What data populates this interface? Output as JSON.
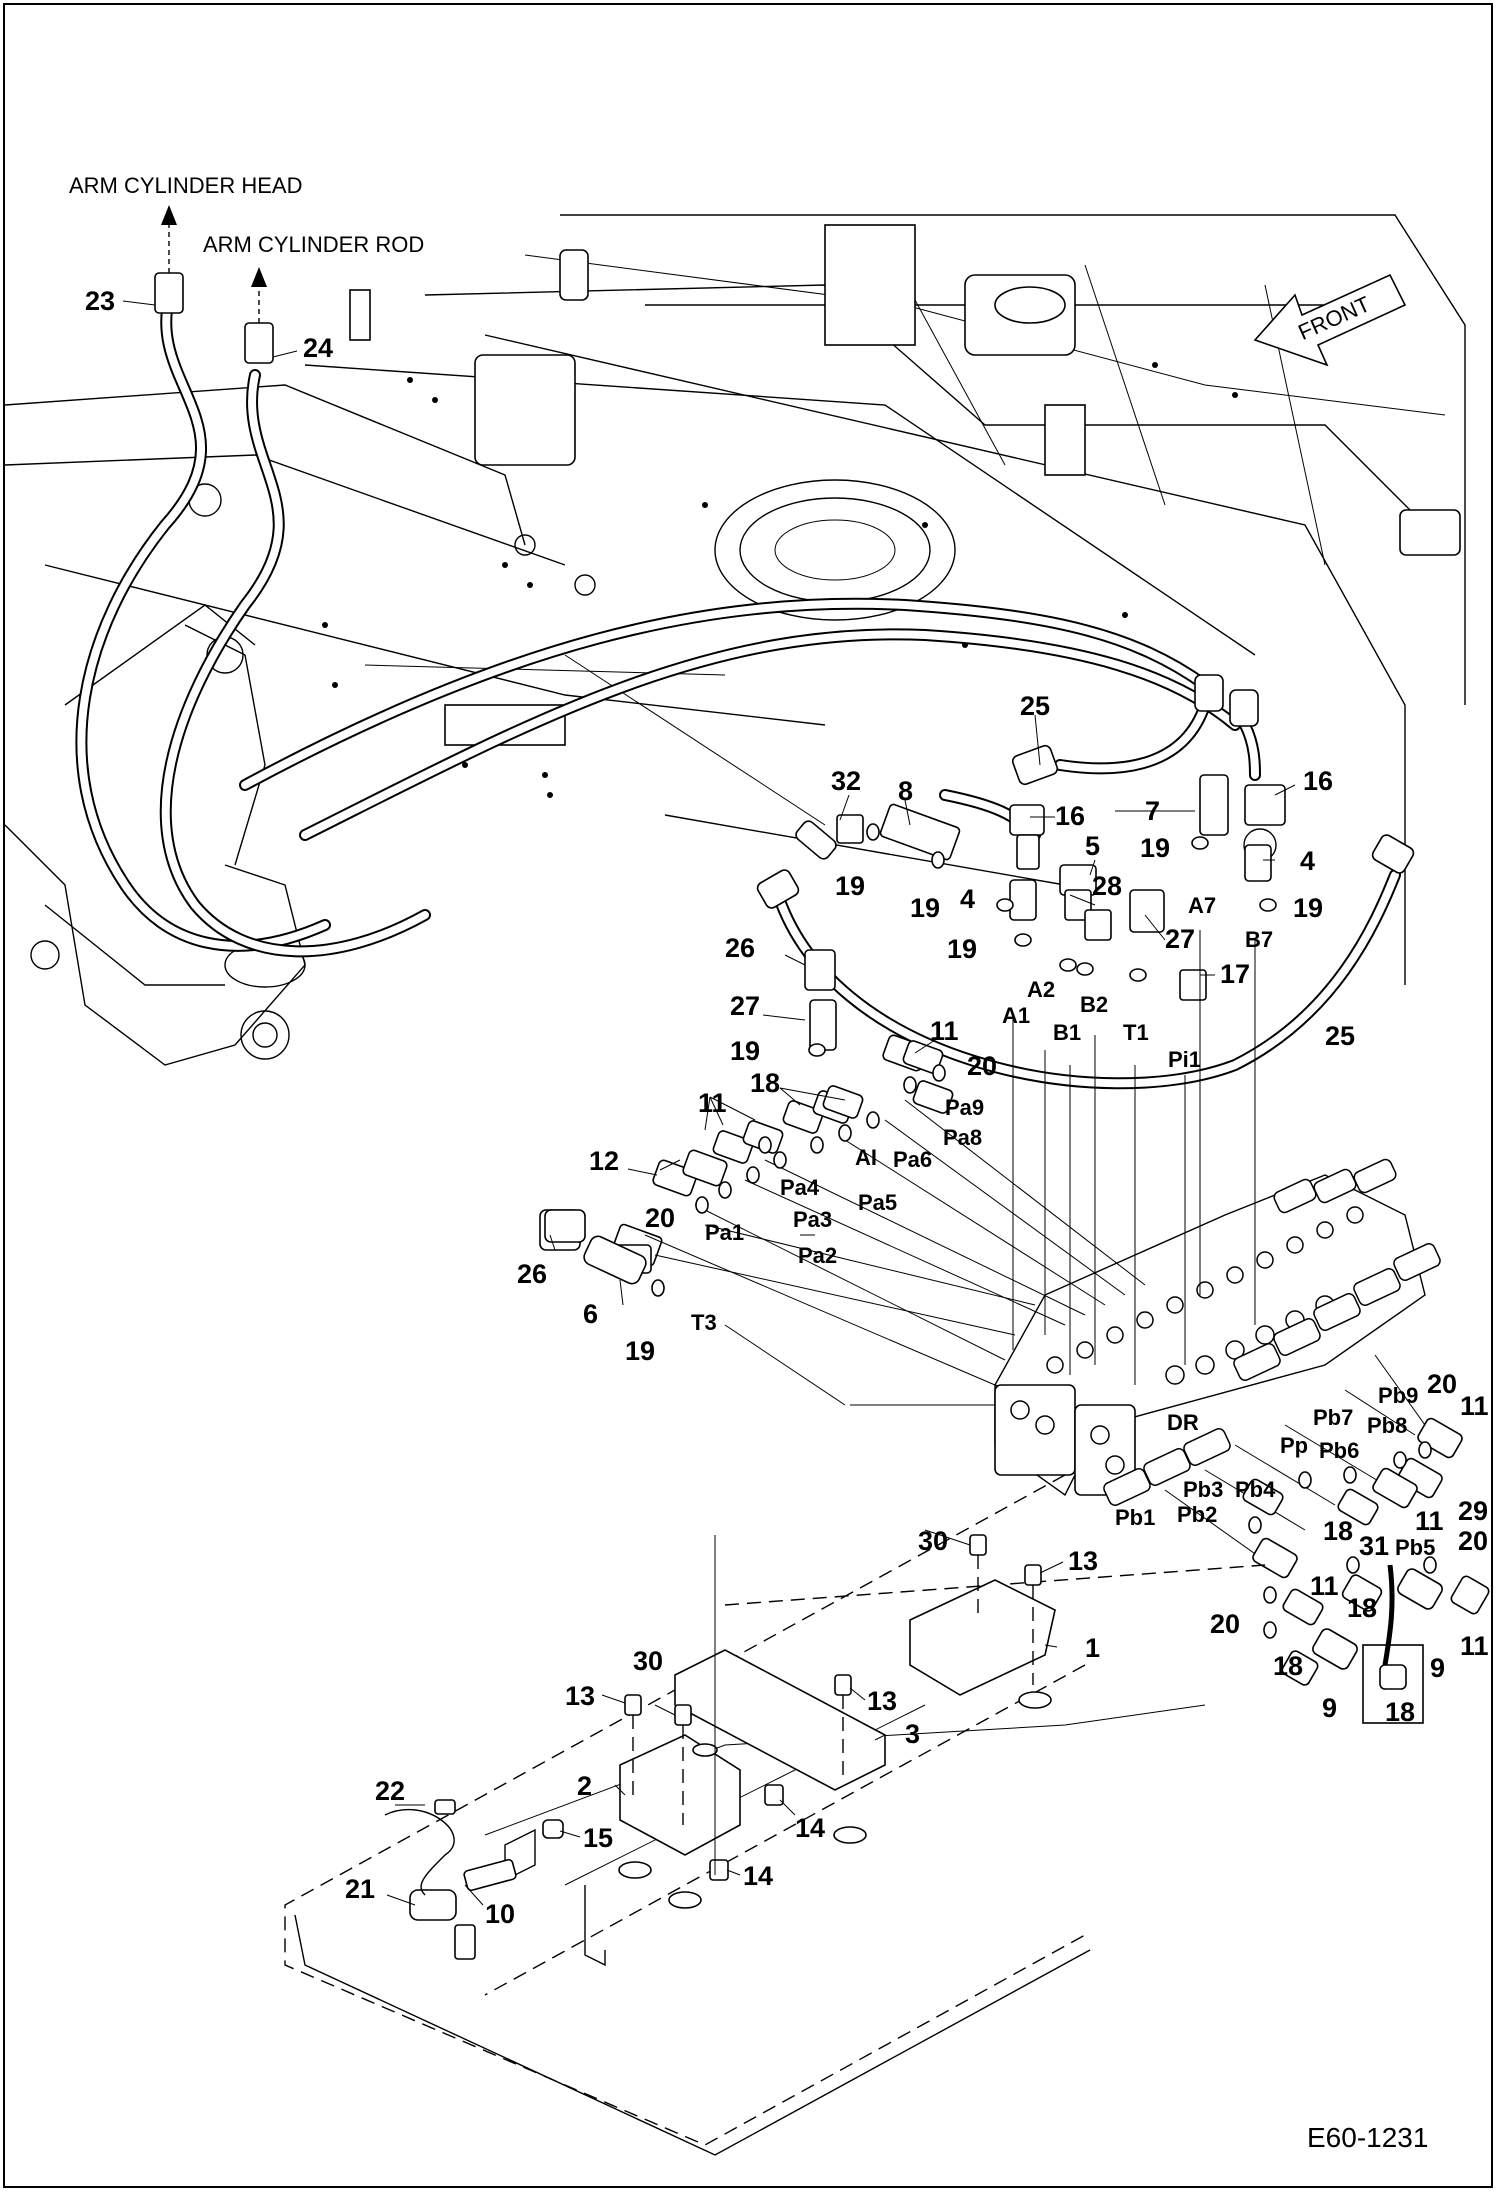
{
  "reference_code": "E60-1231",
  "direction_label": "FRONT",
  "destinations": {
    "arm_cylinder_head": "ARM CYLINDER HEAD",
    "arm_cylinder_rod": "ARM CYLINDER ROD"
  },
  "callouts": {
    "c23": "23",
    "c24": "24",
    "c25a": "25",
    "c25b": "25",
    "c32": "32",
    "c8": "8",
    "c16a": "16",
    "c16b": "16",
    "c7": "7",
    "c5": "5",
    "c28": "28",
    "c19a": "19",
    "c19b": "19",
    "c19c": "19",
    "c19d": "19",
    "c19e": "19",
    "c19f": "19",
    "c19g": "19",
    "c4a": "4",
    "c4b": "4",
    "c27a": "27",
    "c27b": "27",
    "c26a": "26",
    "c26b": "26",
    "c17": "17",
    "c11a": "11",
    "c11b": "11",
    "c11c": "11",
    "c11d": "11",
    "c11e": "11",
    "c11f": "11",
    "c20a": "20",
    "c20b": "20",
    "c20c": "20",
    "c20d": "20",
    "c20e": "20",
    "c18a": "18",
    "c18b": "18",
    "c18c": "18",
    "c18d": "18",
    "c18e": "18",
    "c12": "12",
    "c6": "6",
    "c29": "29",
    "c31": "31",
    "c9a": "9",
    "c9b": "9",
    "c30a": "30",
    "c30b": "30",
    "c13a": "13",
    "c13b": "13",
    "c13c": "13",
    "c1": "1",
    "c2": "2",
    "c3": "3",
    "c14a": "14",
    "c14b": "14",
    "c15": "15",
    "c22": "22",
    "c21": "21",
    "c10": "10"
  },
  "ports": {
    "A7": "A7",
    "B7": "B7",
    "A1": "A1",
    "A2": "A2",
    "B1": "B1",
    "B2": "B2",
    "T1": "T1",
    "Pi1": "Pi1",
    "Pa9": "Pa9",
    "Pa8": "Pa8",
    "Pa6": "Pa6",
    "AI": "AI",
    "Pa4": "Pa4",
    "Pa5": "Pa5",
    "Pa3": "Pa3",
    "Pa1": "Pa1",
    "Pa2": "Pa2",
    "T3": "T3",
    "DR": "DR",
    "Pb1": "Pb1",
    "Pb2": "Pb2",
    "Pb3": "Pb3",
    "Pb4": "Pb4",
    "Pb5": "Pb5",
    "Pb6": "Pb6",
    "Pb7": "Pb7",
    "Pb8": "Pb8",
    "Pb9": "Pb9",
    "Pp": "Pp"
  }
}
